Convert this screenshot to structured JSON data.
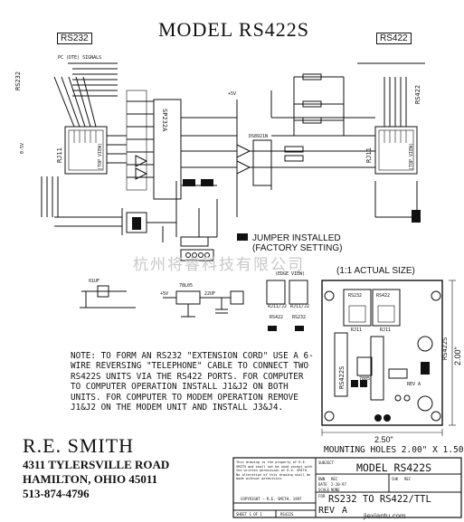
{
  "title": "MODEL RS422S",
  "labels": {
    "rs232": "RS232",
    "rs422": "RS422",
    "rj11_left": "RJ11",
    "rj11_right": "RJ11",
    "top_view_left": "(TOP VIEW)",
    "top_view_right": "(TOP VIEW)",
    "side_rs232": "RS232",
    "side_rs422": "RS422",
    "sp232a": "SP232A",
    "ds8921n": "DS8921N",
    "pc_signals": "PC (DTE) SIGNALS",
    "power_label": "0-5V",
    "u78l05": "78L05",
    "v5": "+5V",
    "c1": "22UF",
    "c2": "01UF",
    "edge_view": "(EDGE VIEW)",
    "rj11_pair": "RJ11/J2",
    "rs422_small": "RS422",
    "rs232_small": "RS232"
  },
  "jumper_legend": {
    "line1": "JUMPER INSTALLED",
    "line2": "(FACTORY SETTING)"
  },
  "actual_size": "(1:1 ACTUAL SIZE)",
  "board": {
    "rs232": "RS232",
    "rs422": "RS422",
    "rj11_a": "RJ11",
    "rj11_b": "RJ11",
    "rev": "REV A",
    "width": "2.50\"",
    "height": "2.00\"",
    "side_label": "RS422S",
    "left_label": "RS422S",
    "mounting": "MOUNTING HOLES 2.00\" X 1.50\"",
    "u7805": "7805"
  },
  "note": "NOTE: TO FORM AN RS232 \"EXTENSION CORD\" USE A 6-WIRE REVERSING \"TELEPHONE\" CABLE TO CONNECT TWO RS422S UNITS VIA THE RS422 PORTS. FOR COMPUTER TO COMPUTER OPERATION INSTALL J1&J2 ON BOTH UNITS. FOR COMPUTER TO MODEM OPERATION REMOVE J1&J2 ON THE MODEM UNIT AND INSTALL J3&J4.",
  "company": {
    "name": "R.E. SMITH",
    "address1": "4311 TYLERSVILLE ROAD",
    "address2": "HAMILTON, OHIO 45011",
    "phone": "513-874-4796"
  },
  "title_block": {
    "notice": "This drawing is the property of R.E. SMITH and shall not be used except with the written permission of R.E. SMITH. No alteration of this drawing shall be made without permission.",
    "copyright": "COPYRIGHT — R.E. SMITH, 1997",
    "sheet": "SHEET 1 OF 1",
    "dwg": "RS422S",
    "subject_label": "SUBJECT",
    "subject": "MODEL RS422S",
    "desc_label": "FOR",
    "desc": "RS232 TO RS422/TTL",
    "rev_label": "REV",
    "rev_value": "A",
    "dwn_label": "DWN",
    "dwn_value": "REC",
    "date_label": "DATE",
    "date_value": "2-20-97",
    "scale_label": "SCALE",
    "scale_value": "NONE",
    "chk_label": "CHK",
    "chk_value": "REC"
  },
  "watermark": "杭州将睿科技有限公司",
  "brand": "jiexiantu.com"
}
